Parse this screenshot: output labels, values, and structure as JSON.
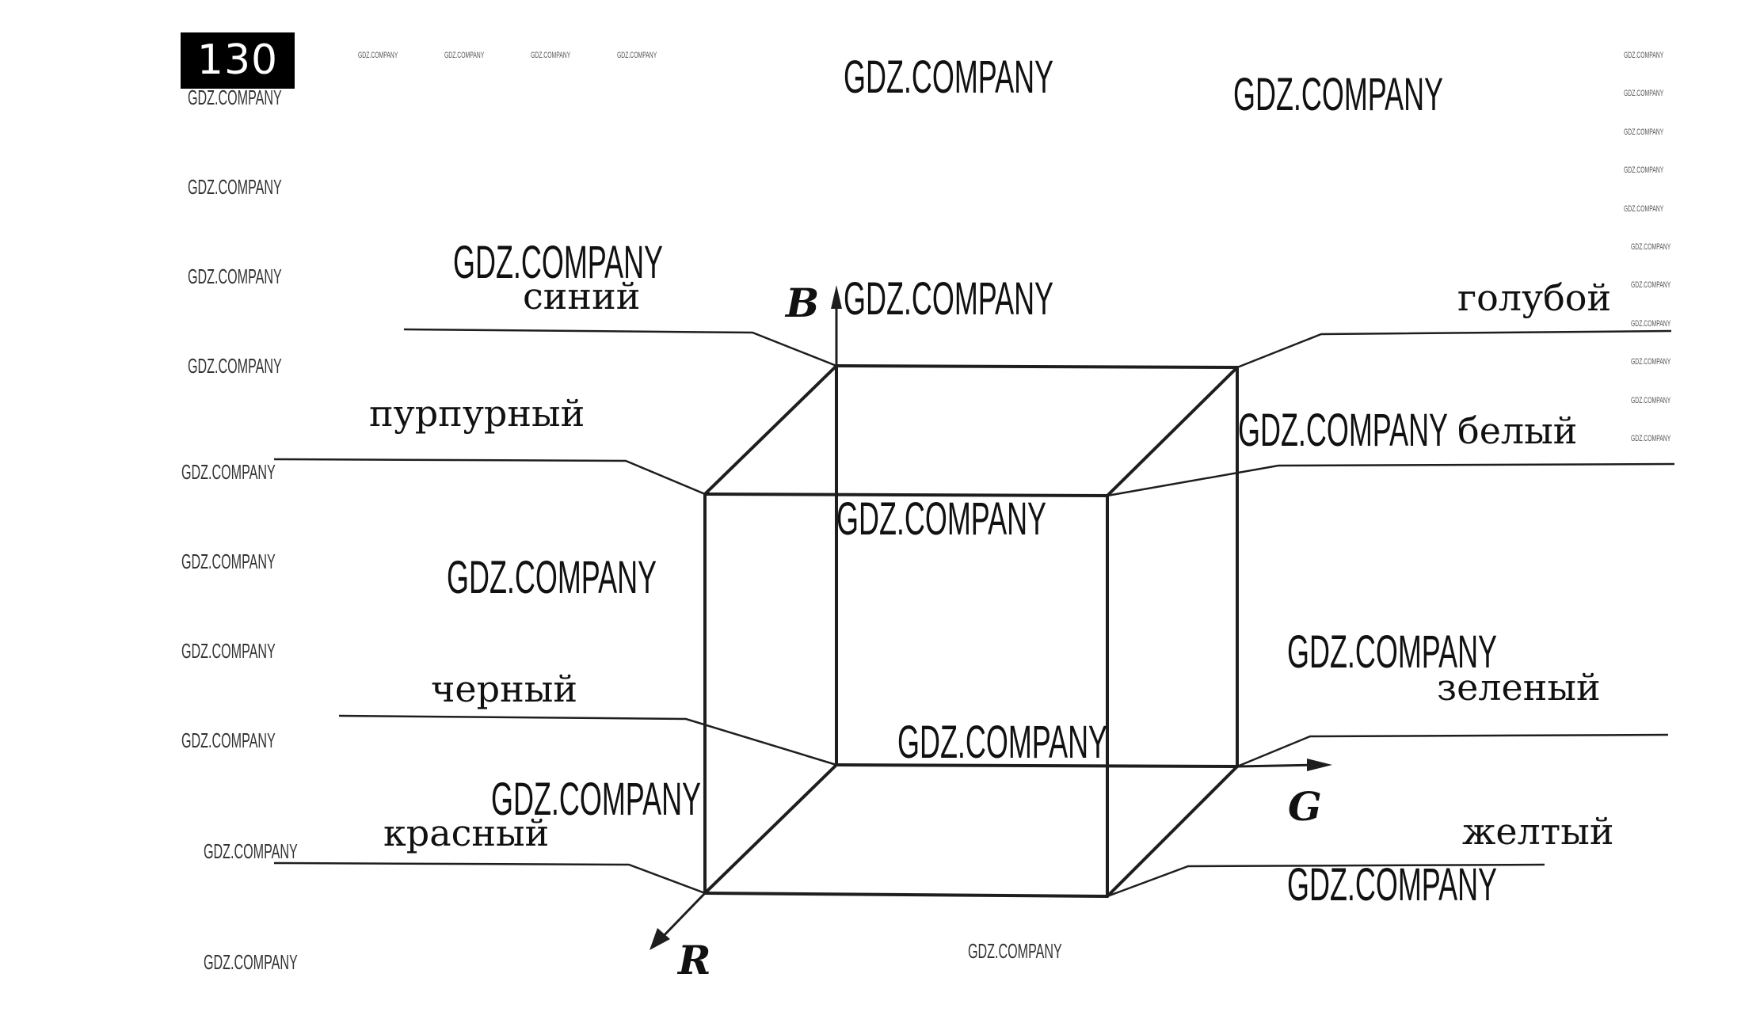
{
  "page_number": "130",
  "watermark_text": "GDZ.COMPANY",
  "axes": {
    "b": "B",
    "g": "G",
    "r": "R"
  },
  "labels": {
    "blue": "синий",
    "magenta": "пурпурный",
    "black": "черный",
    "red": "красный",
    "cyan": "голубой",
    "white": "белый",
    "green": "зеленый",
    "yellow": "желтый"
  }
}
